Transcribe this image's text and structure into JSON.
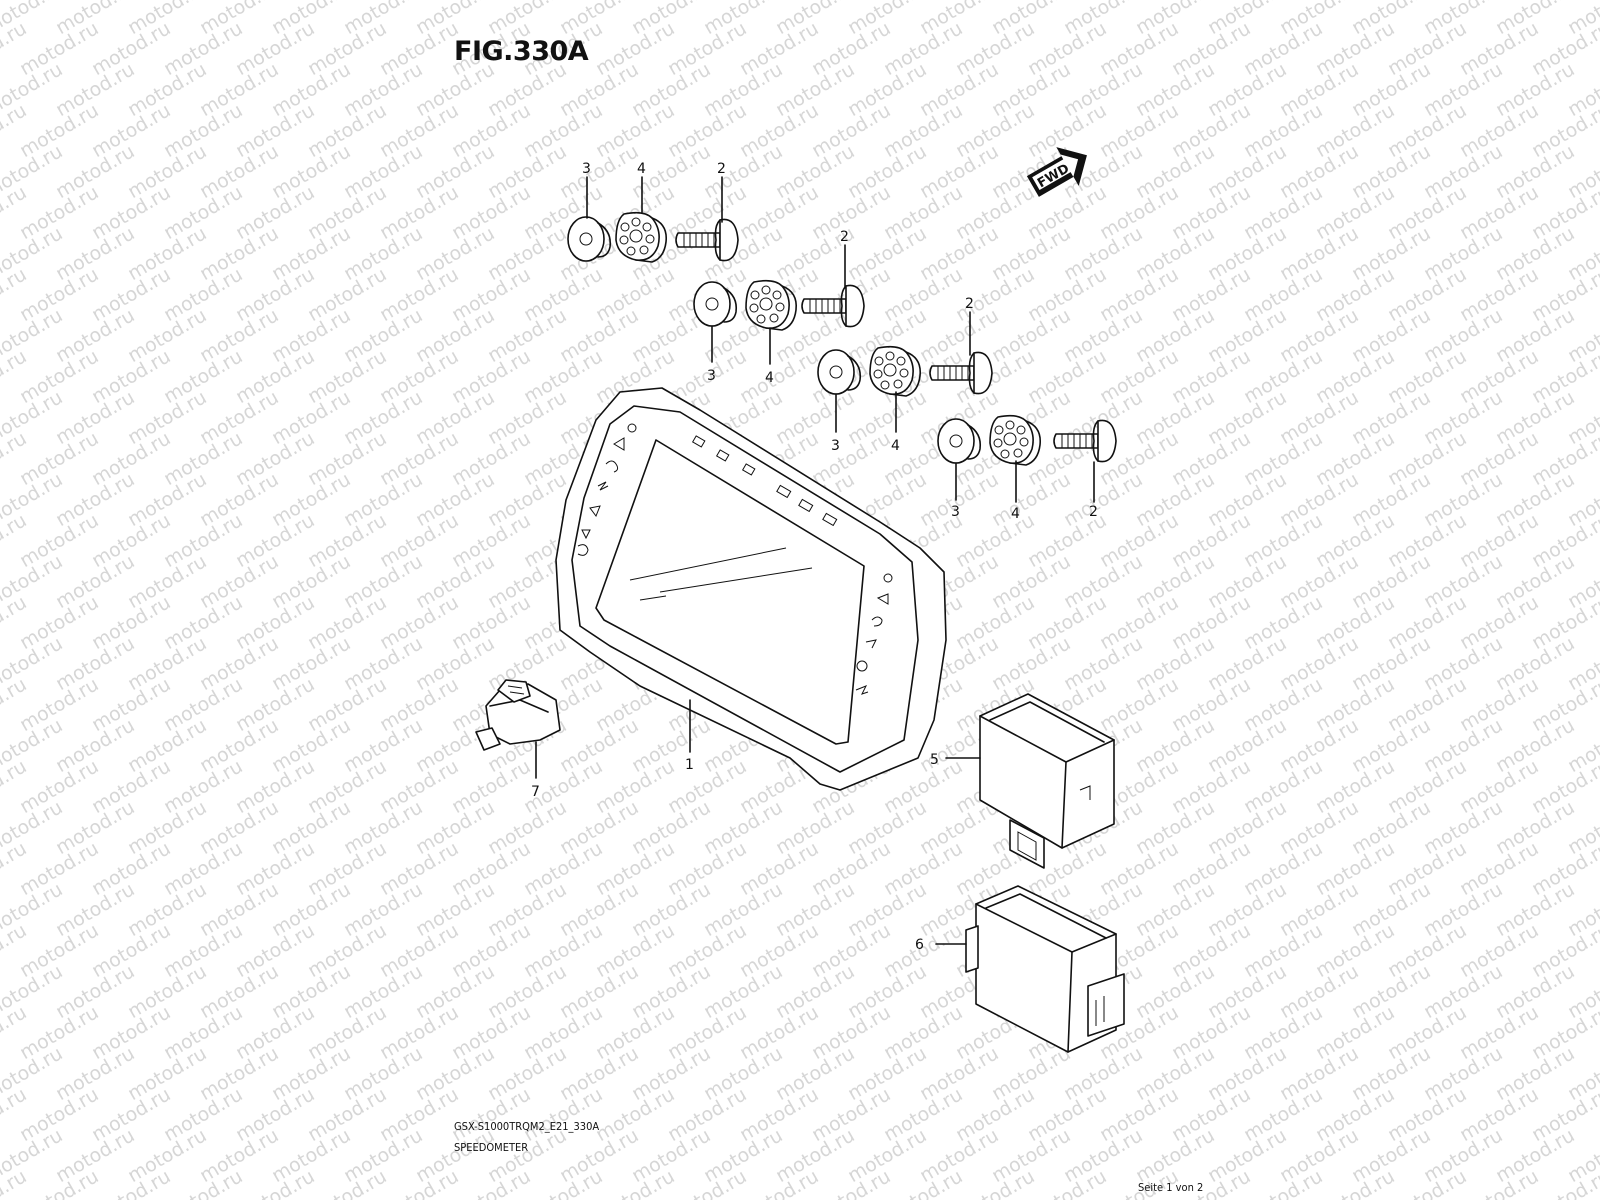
{
  "figure": {
    "title": "FIG.330A"
  },
  "watermark": {
    "text": "motod.ru"
  },
  "direction_badge": {
    "label": "FWD",
    "icon": "fwd-arrow-icon"
  },
  "callouts": [
    {
      "part": "1"
    },
    {
      "part": "2"
    },
    {
      "part": "3"
    },
    {
      "part": "4"
    },
    {
      "part": "5"
    },
    {
      "part": "6"
    },
    {
      "part": "7"
    }
  ],
  "footer": {
    "diagram_code": "GSX-S1000TRQM2_E21_330A",
    "diagram_name": "SPEEDOMETER",
    "page_indicator": "Seite 1 von 2"
  }
}
